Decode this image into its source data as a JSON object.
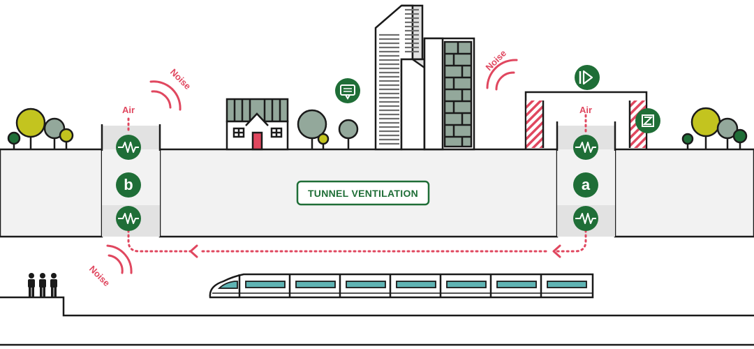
{
  "diagram": {
    "title": "TUNNEL VENTILATION",
    "labels": {
      "noise_upper_left": "Noise",
      "noise_upper_right": "Noise",
      "noise_lower_left": "Noise",
      "air_left": "Air",
      "air_right": "Air"
    },
    "icons": {
      "left_silencer_top": "waveform-icon",
      "left_marker": "b-icon",
      "left_silencer_bottom": "waveform-icon",
      "right_silencer_top": "waveform-icon",
      "right_marker": "a-icon",
      "right_silencer_bottom": "waveform-icon",
      "tower_badge": "comment-icon",
      "portal_badge_top": "play-next-icon",
      "portal_badge_side": "z-box-icon"
    },
    "colors": {
      "green": "#1f6e37",
      "red": "#e0475f",
      "lime": "#c3c41f",
      "sage": "#93a89b",
      "grey": "#e2e2e2",
      "teal": "#5fb3b3",
      "ink": "#1a1a1a"
    }
  }
}
